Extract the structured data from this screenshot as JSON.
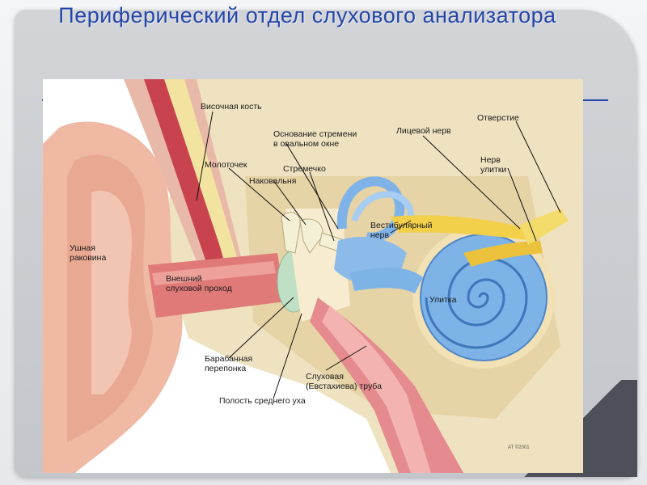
{
  "slide": {
    "title": "Периферический отдел слухового анализатора"
  },
  "figure": {
    "labels": {
      "temporal_bone": "Височная кость",
      "stapes_base": "Основание стремени\nв овальном окне",
      "facial_nerve": "Лицевой нерв",
      "opening": "Отверстие",
      "malleus": "Молоточек",
      "stapes": "Стремечко",
      "incus": "Наковальня",
      "cochlear_nerve": "Нерв\nулитки",
      "vestibular_nerve": "Вестибулярный\nнерв",
      "auricle": "Ушная\nраковина",
      "ear_canal": "Внешний\nслуховой проход",
      "cochlea": "Улитка",
      "eardrum": "Барабанная\nперепонка",
      "eustachian_tube": "Слуховая\n(Евстахиева) труба",
      "middle_ear_cavity": "Полость среднего уха"
    },
    "signature": "АТ ©2001"
  }
}
